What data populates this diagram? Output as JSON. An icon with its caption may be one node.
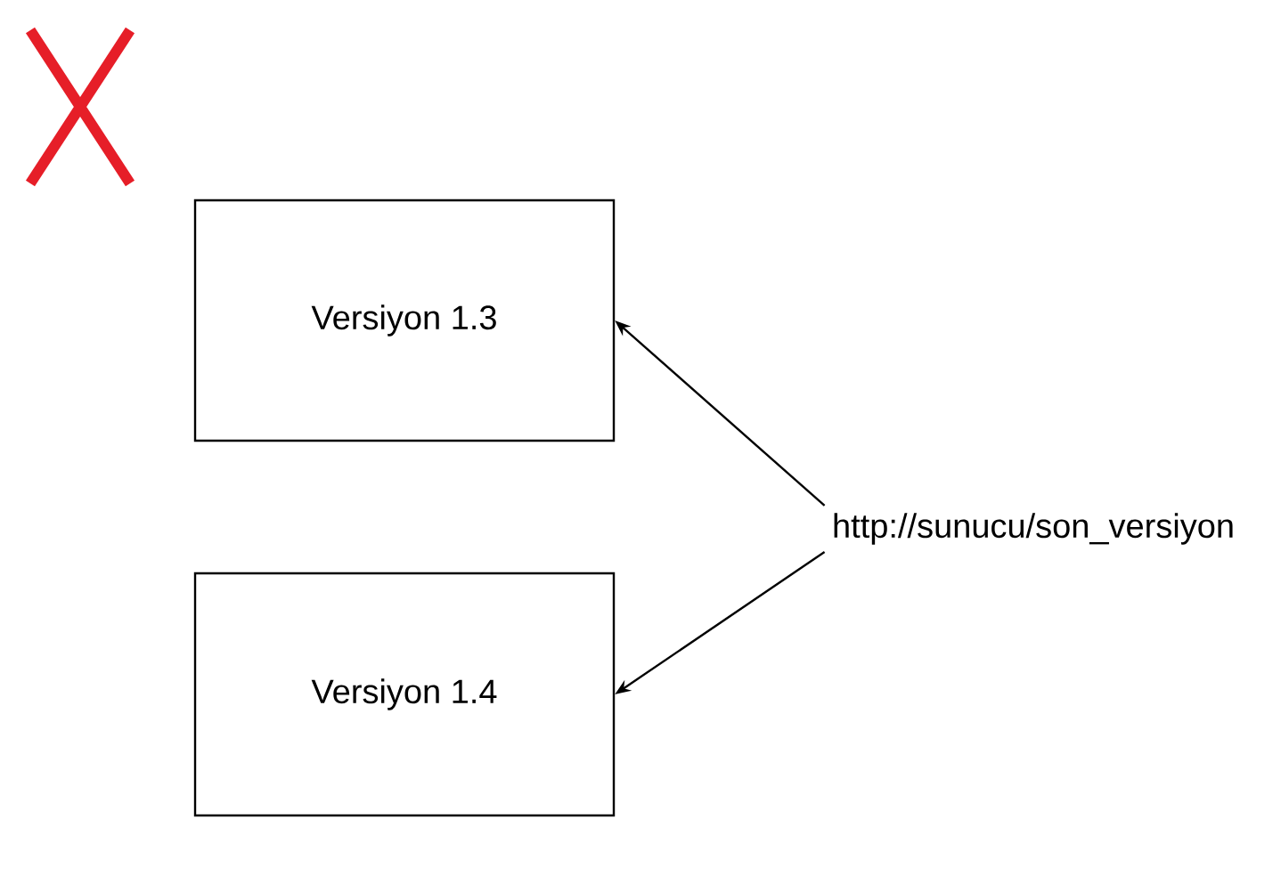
{
  "diagram": {
    "nodes": [
      {
        "text": [
          "Versiyon 1.3"
        ]
      },
      {
        "text": [
          "Versiyon 1.4"
        ]
      },
      {
        "text": [
          "http://sunucu/son_versiyon"
        ]
      }
    ],
    "edges": [
      {
        "from": 2,
        "to": 0,
        "arrow": "to"
      },
      {
        "from": 2,
        "to": 1,
        "arrow": "to"
      }
    ]
  }
}
